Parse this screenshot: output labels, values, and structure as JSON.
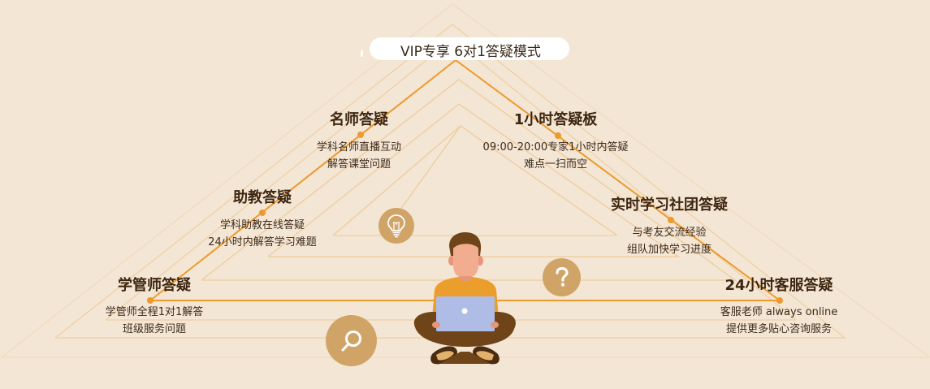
{
  "header": {
    "title": "VIP专享 6对1答疑模式"
  },
  "nodes": [
    {
      "title": "名师答疑",
      "lines": [
        "学科名师直播互动",
        "解答课堂问题"
      ]
    },
    {
      "title": "1小时答疑板",
      "lines": [
        "09:00-20:00专家1小时内答疑",
        "难点一扫而空"
      ]
    },
    {
      "title": "助教答疑",
      "lines": [
        "学科助教在线答疑",
        "24小时内解答学习难题"
      ]
    },
    {
      "title": "实时学习社团答疑",
      "lines": [
        "与考友交流经验",
        "组队加快学习进度"
      ]
    },
    {
      "title": "学管师答疑",
      "lines": [
        "学管师全程1对1解答",
        "班级服务问题"
      ]
    },
    {
      "title": "24小时客服答疑",
      "lines": [
        "客服老师 always online",
        "提供更多贴心咨询服务"
      ]
    }
  ],
  "icons": [
    {
      "name": "lightbulb-icon"
    },
    {
      "name": "question-icon"
    },
    {
      "name": "search-icon"
    }
  ],
  "colors": {
    "background": "#f4e6d4",
    "accent": "#ec9a2c",
    "icon_circle": "#d0a467",
    "faint_line": "#efd5b0",
    "title_text": "#3d2612"
  }
}
